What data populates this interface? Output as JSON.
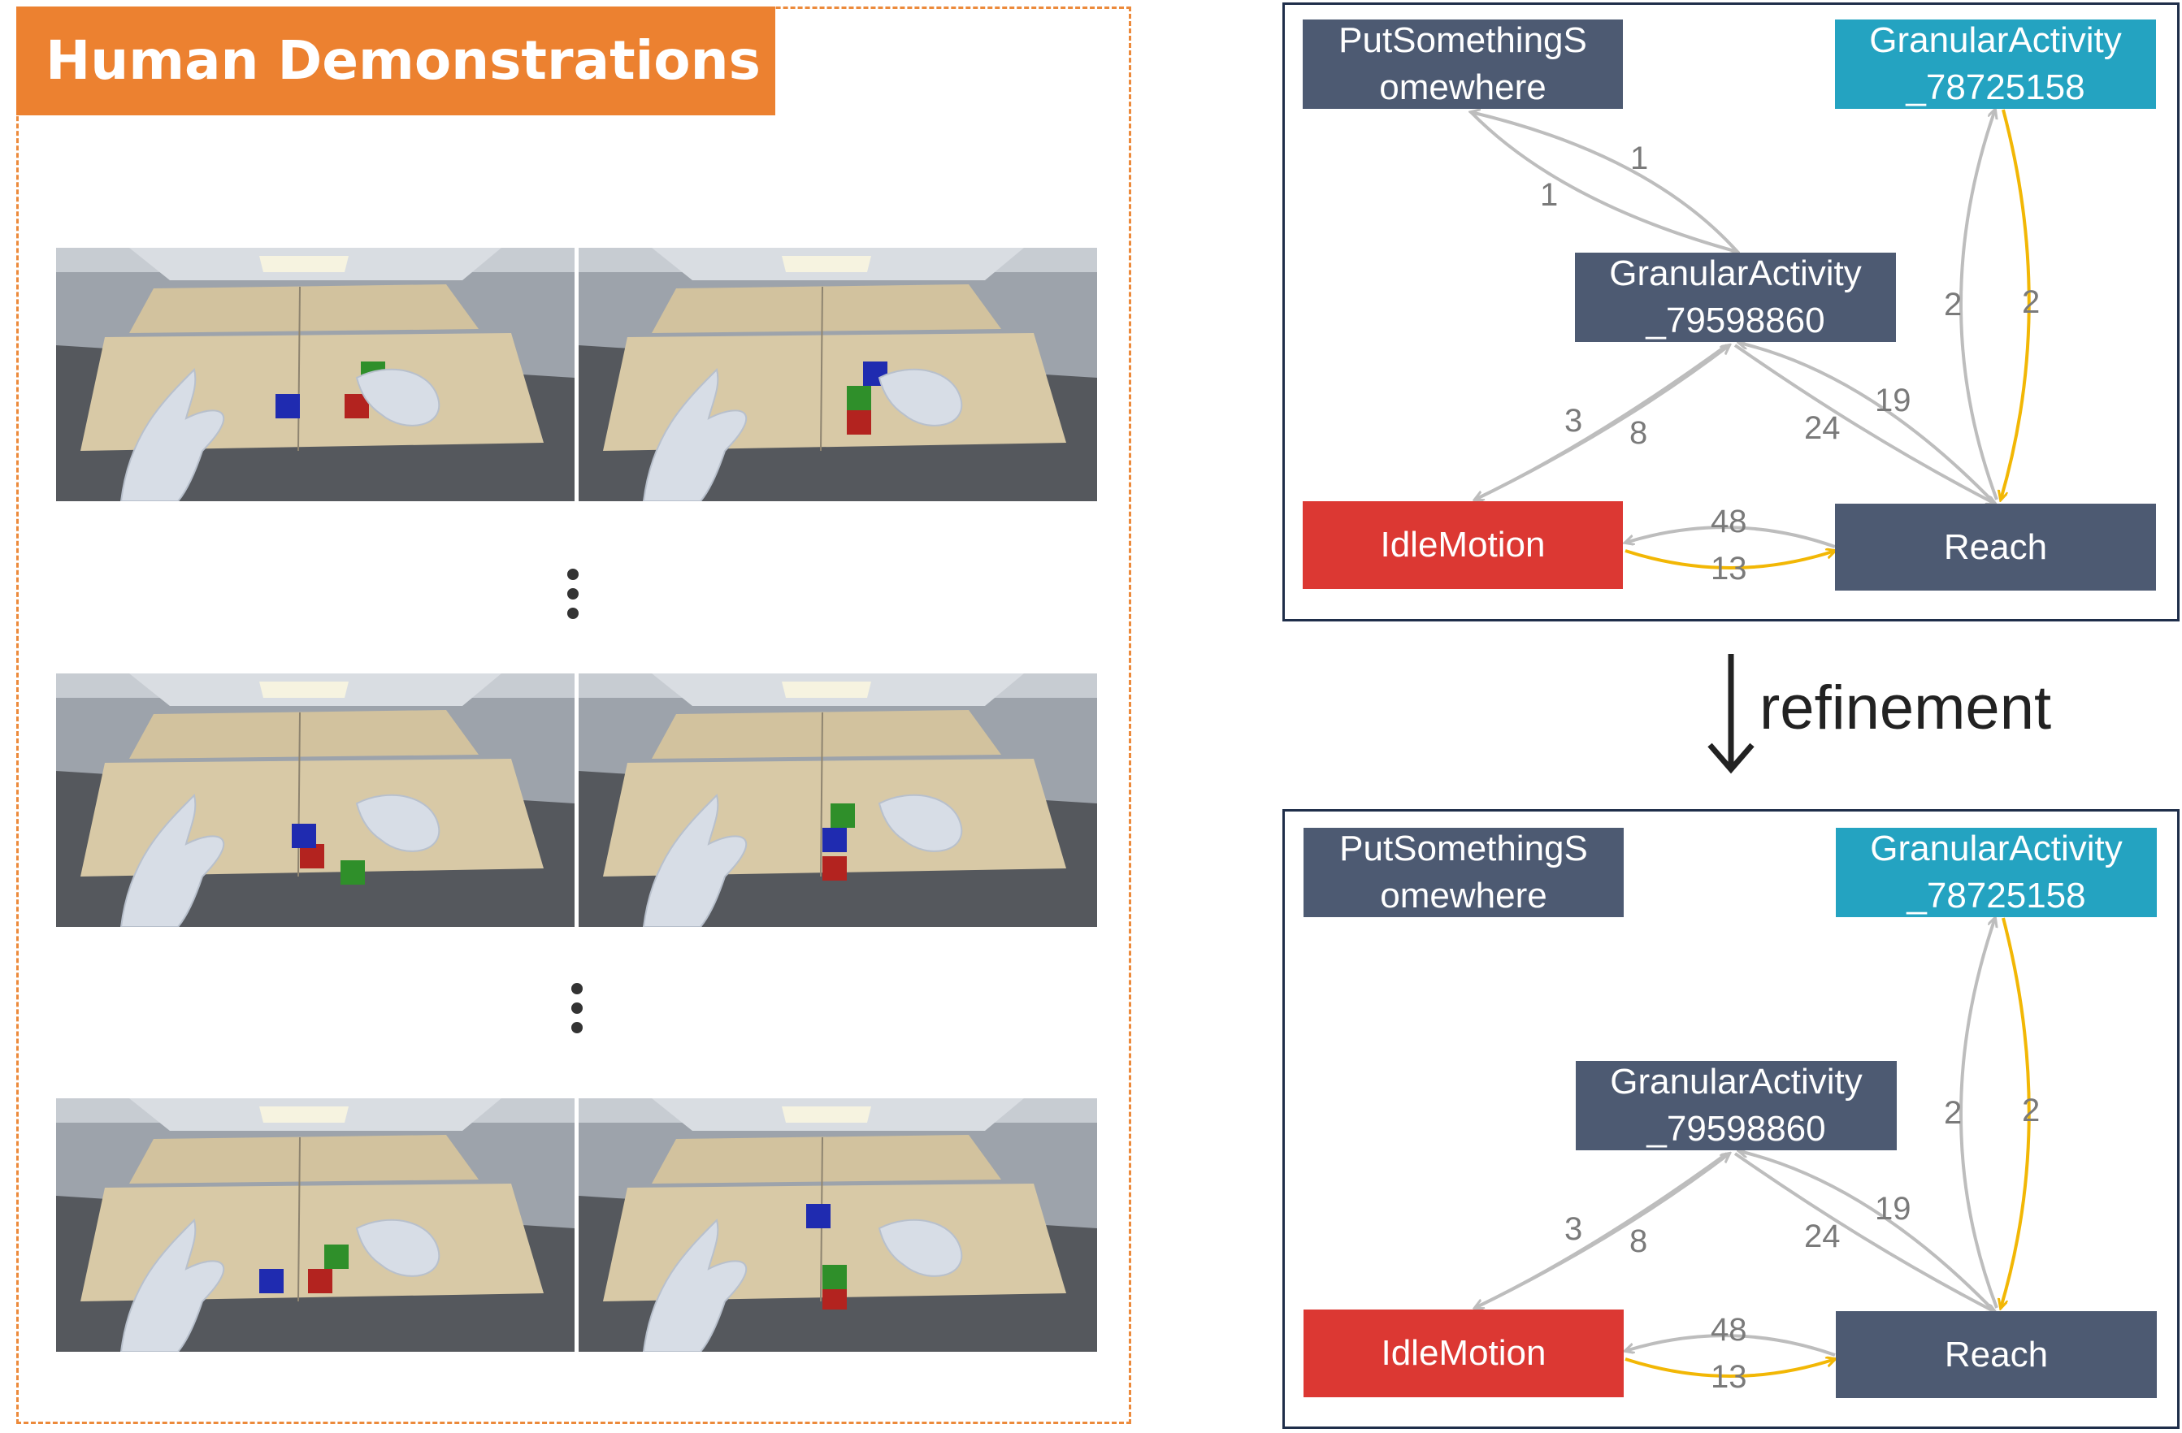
{
  "left_panel": {
    "title": "Human Demonstrations",
    "frames": [
      {
        "row": 1,
        "col": 1,
        "description": "scene"
      },
      {
        "row": 1,
        "col": 2,
        "description": "scene"
      },
      {
        "row": 2,
        "col": 1,
        "description": "scene"
      },
      {
        "row": 2,
        "col": 2,
        "description": "scene"
      },
      {
        "row": 3,
        "col": 1,
        "description": "scene"
      },
      {
        "row": 3,
        "col": 2,
        "description": "scene"
      }
    ]
  },
  "graphs": [
    {
      "nodes": {
        "put": {
          "line1": "PutSomethingS",
          "line2": "omewhere"
        },
        "g78": {
          "line1": "GranularActivity",
          "line2": "_78725158"
        },
        "g79": {
          "line1": "GranularActivity",
          "line2": "_79598860"
        },
        "idle": {
          "line1": "IdleMotion"
        },
        "reach": {
          "line1": "Reach"
        }
      },
      "edges": {
        "put_to_g79": "1",
        "g79_to_put": "1",
        "g78_to_reach": "2",
        "reach_to_g78": "2",
        "g79_to_idle": "3",
        "idle_to_g79": "8",
        "g79_to_reach": "24",
        "reach_to_g79": "19",
        "reach_to_idle": "48",
        "idle_to_reach": "13"
      }
    },
    {
      "nodes": {
        "put": {
          "line1": "PutSomethingS",
          "line2": "omewhere"
        },
        "g78": {
          "line1": "GranularActivity",
          "line2": "_78725158"
        },
        "g79": {
          "line1": "GranularActivity",
          "line2": "_79598860"
        },
        "idle": {
          "line1": "IdleMotion"
        },
        "reach": {
          "line1": "Reach"
        }
      },
      "edges": {
        "g78_to_reach": "2",
        "reach_to_g78": "2",
        "g79_to_idle": "3",
        "idle_to_g79": "8",
        "g79_to_reach": "24",
        "reach_to_g79": "19",
        "reach_to_idle": "48",
        "idle_to_reach": "13"
      }
    }
  ],
  "refinement_label": "refinement",
  "colors": {
    "accent_orange": "#ec8130",
    "node_dark": "#4d5a72",
    "node_red": "#dc3833",
    "node_teal": "#24a3c1",
    "edge_gray": "#bdbdbd",
    "edge_yellow": "#f2b705",
    "border_navy": "#1f2e4a"
  }
}
